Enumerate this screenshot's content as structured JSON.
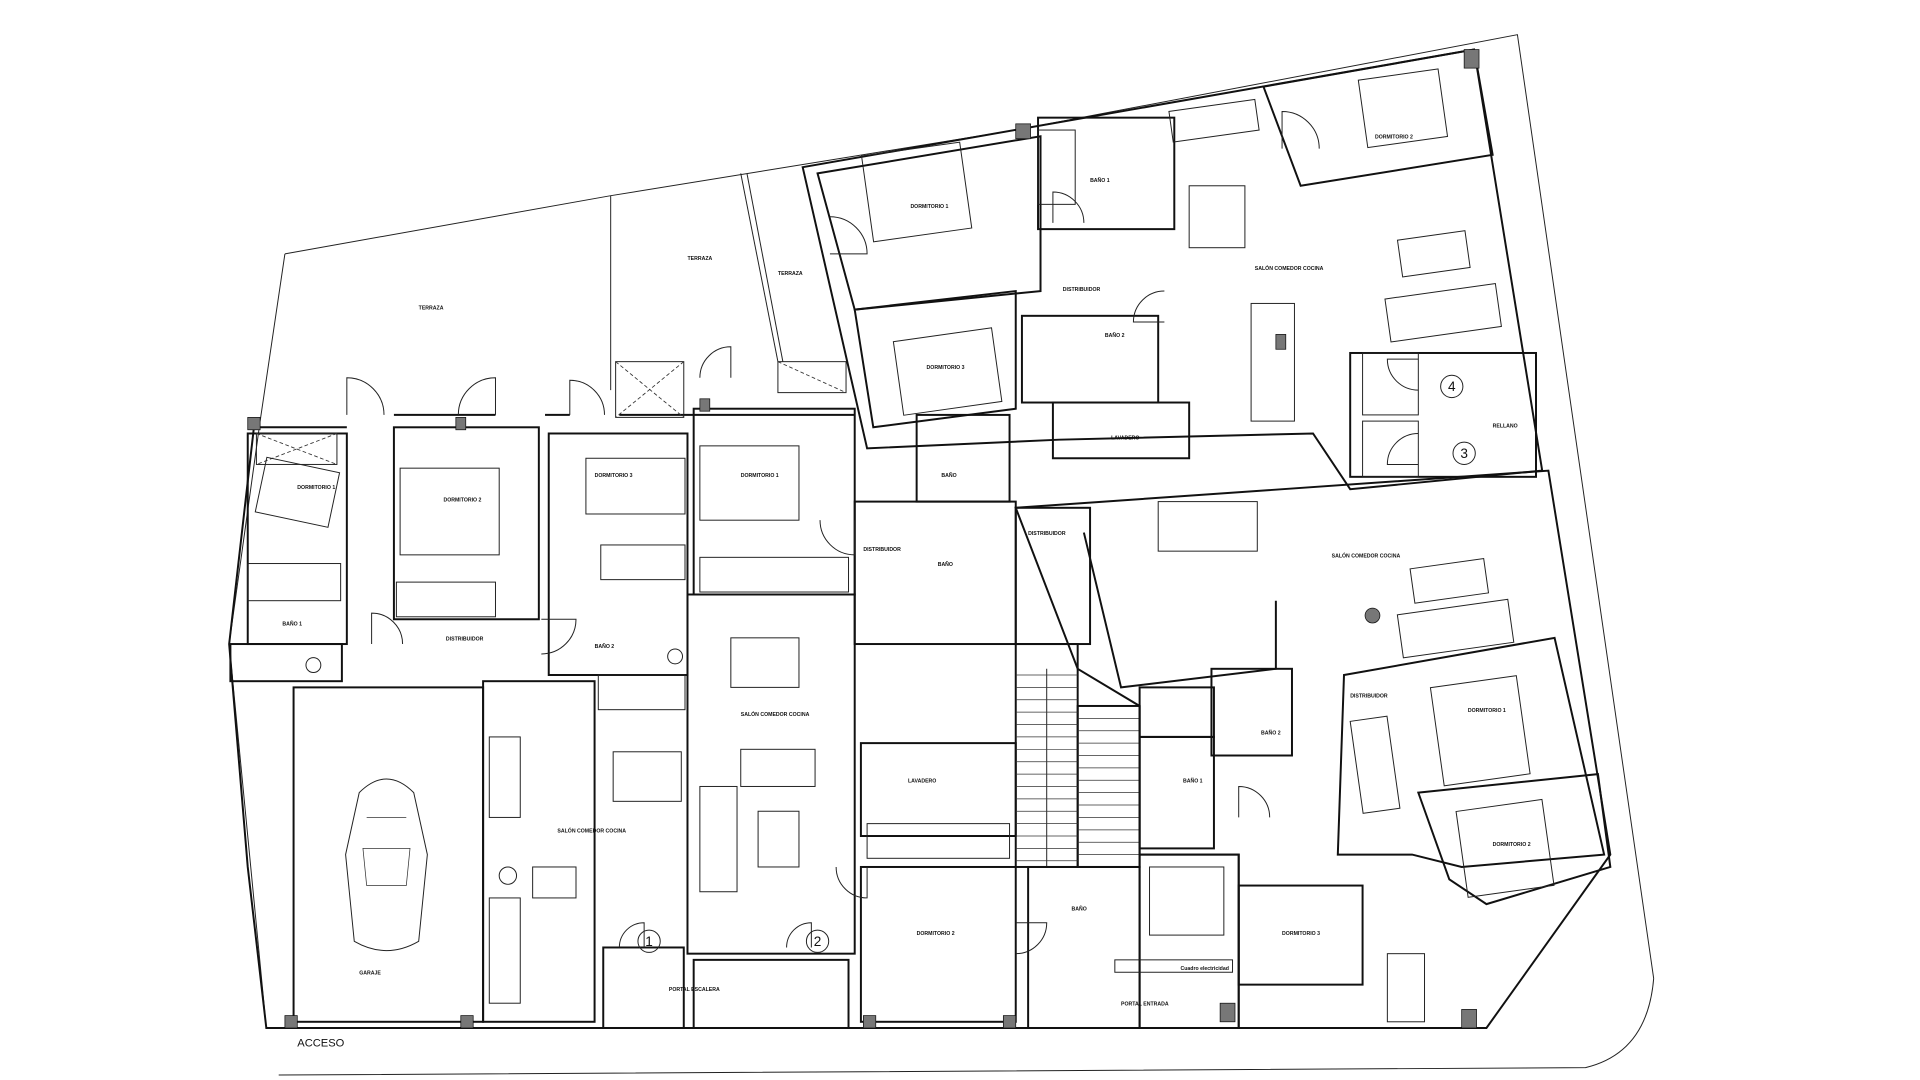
{
  "plan": {
    "access_label": "ACCESO",
    "stair_numbers": [
      "1",
      "2",
      "3",
      "4"
    ],
    "rooms": [
      "TERRAZA",
      "TERRAZA",
      "TERRAZA",
      "DORMITORIO 1",
      "DORMITORIO 2",
      "DORMITORIO 3",
      "DORMITORIO 1",
      "BAÑO 1",
      "DISTRIBUIDOR",
      "BAÑO 2",
      "SALÓN COMEDOR COCINA",
      "SALÓN COMEDOR COCINA",
      "GARAJE",
      "DISTRIBUIDOR",
      "BAÑO",
      "LAVADERO",
      "DORMITORIO 2",
      "PORTAL ESCALERA",
      "DORMITORIO 1",
      "BAÑO 1",
      "DORMITORIO 2",
      "DISTRIBUIDOR",
      "SALÓN COMEDOR COCINA",
      "DORMITORIO 3",
      "BAÑO 2",
      "LAVADERO",
      "BAÑO",
      "RELLANO",
      "DISTRIBUIDOR",
      "SALÓN COMEDOR COCINA",
      "DISTRIBUIDOR",
      "BAÑO 2",
      "BAÑO 1",
      "DORMITORIO 1",
      "DORMITORIO 2",
      "DORMITORIO 3",
      "BAÑO",
      "Cuadro electricidad",
      "PORTAL ENTRADA"
    ]
  },
  "colors": {
    "line": "#111111",
    "hatch": "#777777",
    "background": "#ffffff"
  }
}
